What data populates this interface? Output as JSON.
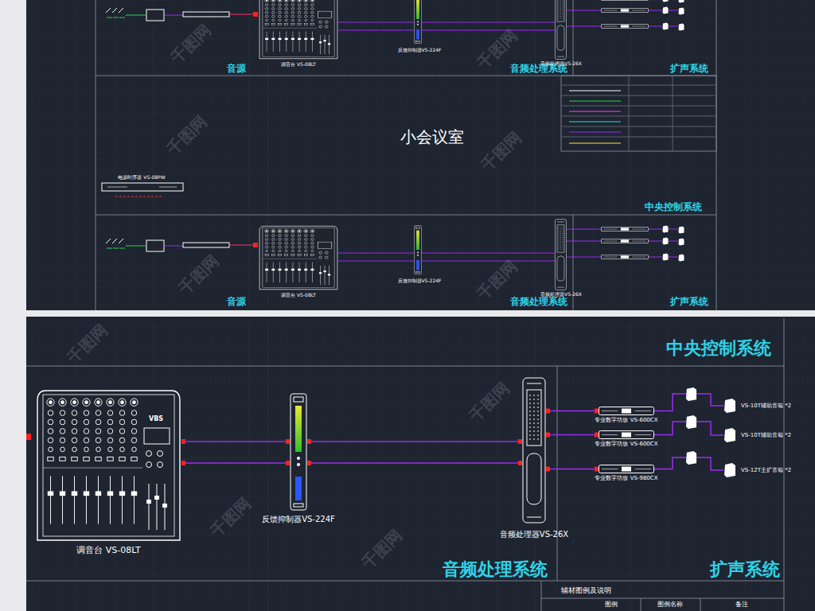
{
  "diagram": {
    "nodes": [
      {
        "text": [
          "调音台 VS-08LT"
        ]
      },
      {
        "text": [
          "反馈抑制器VS-224F"
        ]
      },
      {
        "text": [
          "音频处理器VS-26X"
        ]
      },
      {
        "text": [
          "专业数字功放 VS-600CX"
        ]
      },
      {
        "text": [
          "专业数字功放 VS-600CX"
        ]
      },
      {
        "text": [
          "专业数字功放 VS-980CX"
        ]
      },
      {
        "text": [
          "VS-10T辅助音箱 *2"
        ]
      },
      {
        "text": [
          "VS-10T辅助音箱 *2"
        ]
      },
      {
        "text": [
          "VS-12T主扩音箱 *2"
        ]
      }
    ],
    "edges": [
      {
        "from": 0,
        "to": 1,
        "arrow": "none"
      },
      {
        "from": 0,
        "to": 1,
        "arrow": "none"
      },
      {
        "from": 1,
        "to": 2,
        "arrow": "none"
      },
      {
        "from": 1,
        "to": 2,
        "arrow": "none"
      },
      {
        "from": 2,
        "to": 3,
        "arrow": "none"
      },
      {
        "from": 2,
        "to": 4,
        "arrow": "none"
      },
      {
        "from": 2,
        "to": 5,
        "arrow": "none"
      },
      {
        "from": 3,
        "to": 6,
        "arrow": "none"
      },
      {
        "from": 4,
        "to": 7,
        "arrow": "none"
      },
      {
        "from": 5,
        "to": 8,
        "arrow": "none"
      }
    ],
    "labels": [
      "音源",
      "音频处理系统",
      "扩声系统",
      "小会议室",
      "中央控制系统",
      "音源",
      "音频处理系统",
      "扩声系统",
      "调音台 VS-08LT",
      "反馈抑制器VS-224F",
      "音频处理器VS-26X",
      "电源时序器 VS-08PW",
      "调音台 VS-08LT",
      "反馈抑制器VS-224F",
      "音频处理器VS-26X",
      "中央控制系统",
      "音频处理系统",
      "扩声系统",
      "VBS",
      "辅材图例及说明",
      "图例",
      "图例名称",
      "备注",
      "千图网",
      "千图网",
      "千图网",
      "千图网",
      "千图网",
      "千图网",
      "千图网",
      "千图网",
      "千图网",
      "千图网"
    ]
  }
}
